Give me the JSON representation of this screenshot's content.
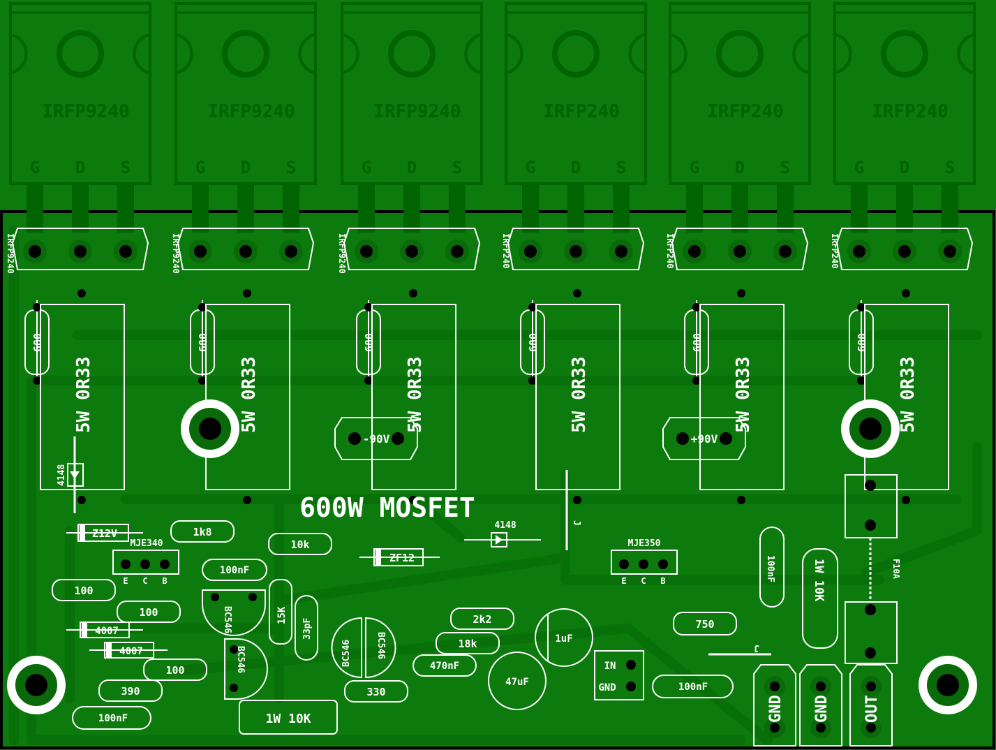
{
  "title": "600W MOSFET",
  "transistors": [
    {
      "label": "IRFP9240",
      "pins": [
        "G",
        "D",
        "S"
      ]
    },
    {
      "label": "IRFP9240",
      "pins": [
        "G",
        "D",
        "S"
      ]
    },
    {
      "label": "IRFP9240",
      "pins": [
        "G",
        "D",
        "S"
      ]
    },
    {
      "label": "IRFP240",
      "pins": [
        "G",
        "D",
        "S"
      ]
    },
    {
      "label": "IRFP240",
      "pins": [
        "G",
        "D",
        "S"
      ]
    },
    {
      "label": "IRFP240",
      "pins": [
        "G",
        "D",
        "S"
      ]
    }
  ],
  "gate_resistors": [
    "680",
    "680",
    "680",
    "680",
    "680",
    "680"
  ],
  "power_resistors": [
    "5W 0R33",
    "5W 0R33",
    "5W 0R33",
    "5W 0R33",
    "5W 0R33",
    "5W 0R33"
  ],
  "rail_neg": "-90V",
  "rail_pos": "+90V",
  "components": {
    "d1": "4148",
    "z12": "Z12V",
    "r1k8": "1k8",
    "mje340": "MJE340",
    "ecb": [
      "E",
      "C",
      "B"
    ],
    "r10k": "10k",
    "zf12": "ZF12",
    "d2": "4148",
    "j1": "J",
    "mje350": "MJE350",
    "c100nf_a": "100nF",
    "r100_a": "100",
    "r100_b": "100",
    "bc546_a": "BC546",
    "r15k": "15K",
    "c33pf": "33pF",
    "d4007_a": "4007",
    "d4007_b": "4007",
    "r100_c": "100",
    "bc546_b": "BC546",
    "bc546_c": "BC546",
    "bc546_d": "BC546",
    "r390": "390",
    "c100nf_b": "100nF",
    "r1w10k_a": "1W 10K",
    "r330": "330",
    "r2k2": "2k2",
    "r18k": "18k",
    "c470nf": "470nF",
    "c1uf": "1uF",
    "c47uf": "47uF",
    "in": "IN",
    "gnd": "GND",
    "c100nf_c": "100nF",
    "r750": "750",
    "j2": "J",
    "c100nf_d": "100nF",
    "r1w10k_b": "1W 10K",
    "fuse": "F10A"
  },
  "terminals": [
    "GND",
    "GND",
    "OUT"
  ]
}
